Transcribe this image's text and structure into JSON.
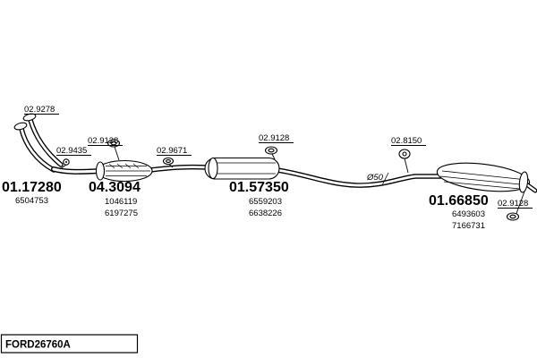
{
  "page": {
    "background": "#ffffff",
    "ink": "#000000"
  },
  "frame": {
    "label": "FORD26760A"
  },
  "annotations": {
    "pipe_diameter": "Ø50"
  },
  "parts": [
    {
      "code": "02.9278"
    },
    {
      "code": "02.9435"
    },
    {
      "code": "02.9128"
    },
    {
      "code": "01.17280",
      "numbers": [
        "6504753"
      ]
    },
    {
      "code": "04.3094",
      "numbers": [
        "1046119",
        "6197275"
      ]
    },
    {
      "code": "02.9671"
    },
    {
      "code": "01.57350",
      "numbers": [
        "6559203",
        "6638226"
      ]
    },
    {
      "code": "02.9128"
    },
    {
      "code": "02.8150"
    },
    {
      "code": "01.66850",
      "numbers": [
        "6493603",
        "7166731"
      ]
    },
    {
      "code": "02.9128"
    }
  ]
}
